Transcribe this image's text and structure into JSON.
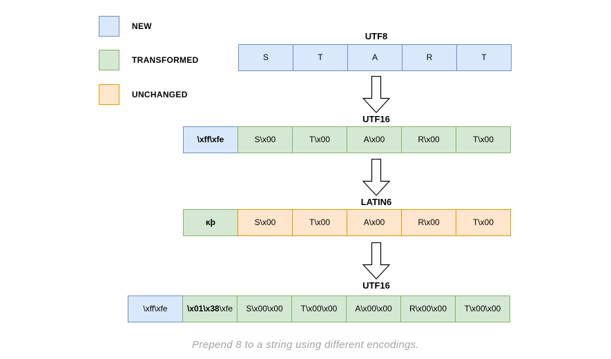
{
  "colors": {
    "new_fill": "#dae8fc",
    "new_border": "#6c8ebf",
    "transformed_fill": "#d5e8d4",
    "transformed_border": "#82b366",
    "unchanged_fill": "#ffe6cc",
    "unchanged_border": "#d79b00",
    "arrow_fill": "#ffffff",
    "arrow_stroke": "#000000",
    "caption_color": "#a3a3a3"
  },
  "legend": {
    "items": [
      {
        "label": "NEW",
        "type": "new"
      },
      {
        "label": "TRANSFORMED",
        "type": "transformed"
      },
      {
        "label": "UNCHANGED",
        "type": "unchanged"
      }
    ]
  },
  "rows": [
    {
      "title": "UTF8",
      "cells": [
        {
          "text": "S",
          "type": "new"
        },
        {
          "text": "T",
          "type": "new"
        },
        {
          "text": "A",
          "type": "new"
        },
        {
          "text": "R",
          "type": "new"
        },
        {
          "text": "T",
          "type": "new"
        }
      ]
    },
    {
      "title": "UTF16",
      "cells": [
        {
          "text": "\\xff\\xfe",
          "type": "new",
          "bold": true
        },
        {
          "text": "S\\x00",
          "type": "transformed"
        },
        {
          "text": "T\\x00",
          "type": "transformed"
        },
        {
          "text": "A\\x00",
          "type": "transformed"
        },
        {
          "text": "R\\x00",
          "type": "transformed"
        },
        {
          "text": "T\\x00",
          "type": "transformed"
        }
      ]
    },
    {
      "title": "LATIN6",
      "cells": [
        {
          "text": "ĸþ",
          "type": "transformed",
          "bold": true
        },
        {
          "text": "S\\x00",
          "type": "unchanged"
        },
        {
          "text": "T\\x00",
          "type": "unchanged"
        },
        {
          "text": "A\\x00",
          "type": "unchanged"
        },
        {
          "text": "R\\x00",
          "type": "unchanged"
        },
        {
          "text": "T\\x00",
          "type": "unchanged"
        }
      ]
    },
    {
      "title": "UTF16",
      "cells": [
        {
          "text": "\\xff\\xfe",
          "type": "new"
        },
        {
          "bold_part": "\\x01\\x38",
          "rest": "\\xfe",
          "type": "transformed"
        },
        {
          "text": "S\\x00\\x00",
          "type": "transformed"
        },
        {
          "text": "T\\x00\\x00",
          "type": "transformed"
        },
        {
          "text": "A\\x00\\x00",
          "type": "transformed"
        },
        {
          "text": "R\\x00\\x00",
          "type": "transformed"
        },
        {
          "text": "T\\x00\\x00",
          "type": "transformed"
        }
      ]
    }
  ],
  "caption": "Prepend 8 to a string using different encodings."
}
